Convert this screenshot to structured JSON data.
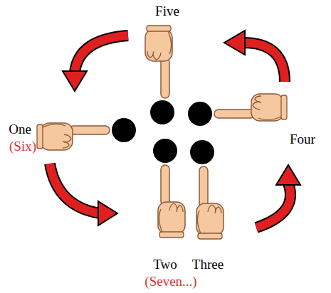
{
  "diagram": {
    "labels": [
      "Five",
      "One",
      "(Six)",
      "Four",
      "Two",
      "Three",
      "(Seven...)"
    ]
  }
}
